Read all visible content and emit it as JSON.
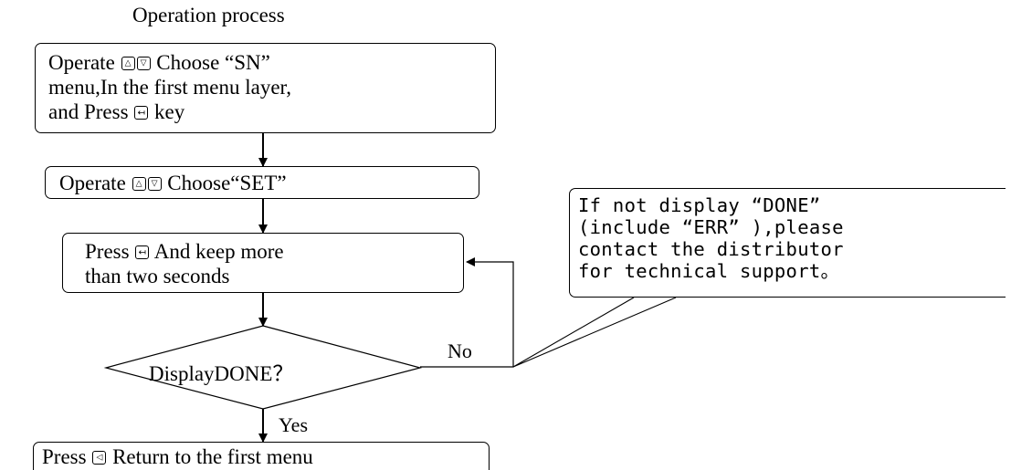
{
  "title": "Operation process",
  "step1": {
    "line1_a": "Operate",
    "line1_b": "Choose “SN”",
    "line2": "menu,In the first menu layer,",
    "line3_a": "and Press",
    "line3_b": "key"
  },
  "step2": {
    "text_a": "Operate",
    "text_b": "Choose“SET”"
  },
  "step3": {
    "line1_a": "Press",
    "line1_b": "And keep more",
    "line2": "than two seconds"
  },
  "decision": {
    "text": "DisplayDONE？",
    "no_label": "No",
    "yes_label": "Yes"
  },
  "step4": {
    "text_a": "Press",
    "text_b": "Return to the first menu"
  },
  "note": {
    "lines": [
      "If not display “DONE”",
      "(include “ERR” ),please",
      "contact the distributor",
      "for technical support。"
    ]
  },
  "icons": {
    "up": "up-arrow-key-icon",
    "down": "down-arrow-key-icon",
    "enter": "enter-key-icon",
    "back": "back-key-icon"
  }
}
